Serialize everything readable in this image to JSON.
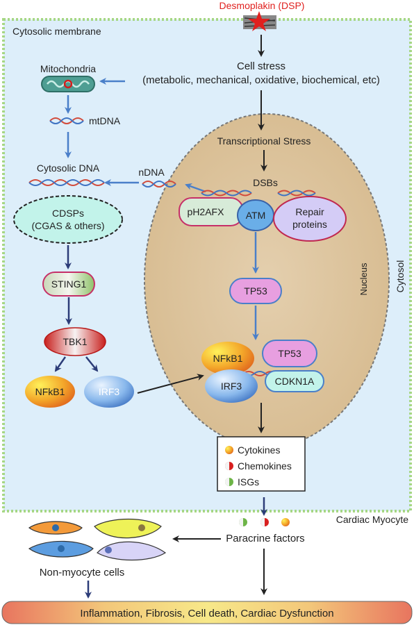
{
  "header": {
    "desmoplakin": "Desmoplakin (DSP)"
  },
  "regions": {
    "cytosolic_membrane": "Cytosolic membrane",
    "cytosol": "Cytosol",
    "nucleus": "Nucleus",
    "cardiac_myocyte": "Cardiac Myocyte"
  },
  "nodes": {
    "cell_stress_title": "Cell stress",
    "cell_stress_detail": "(metabolic, mechanical, oxidative, biochemical, etc)",
    "mitochondria": "Mitochondria",
    "mtdna": "mtDNA",
    "cytosolic_dna": "Cytosolic DNA",
    "ndna": "nDNA",
    "cdsps_line1": "CDSPs",
    "cdsps_line2": "(CGAS & others)",
    "sting1": "STING1",
    "tbk1": "TBK1",
    "nfkb1_left": "NFkB1",
    "irf3_left": "IRF3",
    "transcriptional_stress": "Transcriptional Stress",
    "dsbs": "DSBs",
    "ph2afx": "pH2AFX",
    "atm": "ATM",
    "repair_line1": "Repair",
    "repair_line2": "proteins",
    "tp53_upper": "TP53",
    "nfkb1_nuc": "NFkB1",
    "tp53_nuc": "TP53",
    "irf3_nuc": "IRF3",
    "cdkn1a": "CDKN1A",
    "paracrine": "Paracrine factors",
    "non_myocyte": "Non-myocyte cells",
    "outcome": "Inflammation, Fibrosis, Cell death, Cardiac Dysfunction"
  },
  "legend": {
    "cytokines": "Cytokines",
    "chemokines": "Chemokines",
    "isgs": "ISGs"
  },
  "colors": {
    "cytosol_fill": "#ddeefa",
    "membrane_border": "#a6d784",
    "nucleus_fill": "#dfc8a4",
    "arrow_blue": "#4a7fc9",
    "arrow_navy": "#2c3c78",
    "dsp_red": "#e0201e"
  }
}
